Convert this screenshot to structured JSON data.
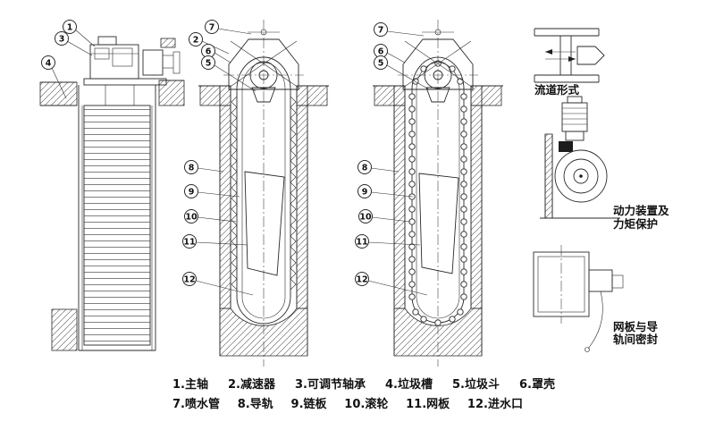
{
  "legend": {
    "row1": [
      "1.主轴",
      "2.减速器",
      "3.可调节轴承",
      "4.垃圾槽",
      "5.垃圾斗",
      "6.罩壳"
    ],
    "row2": [
      "7.喷水管",
      "8.导轨",
      "9.链板",
      "10.滚轮",
      "11.网板",
      "12.进水口"
    ]
  },
  "side_labels": {
    "flow_channel": "流道形式",
    "power_line1": "动力装置及",
    "power_line2": "力矩保护",
    "seal_line1": "网板与导",
    "seal_line2": "轨间密封"
  },
  "callouts": {
    "left_view": [
      {
        "label": "1"
      },
      {
        "label": "3"
      },
      {
        "label": "4"
      }
    ],
    "view1": [
      {
        "label": "2"
      },
      {
        "label": "7"
      },
      {
        "label": "6"
      },
      {
        "label": "5"
      },
      {
        "label": "8"
      },
      {
        "label": "9"
      },
      {
        "label": "10"
      },
      {
        "label": "11"
      },
      {
        "label": "12"
      }
    ],
    "view2": [
      {
        "label": "7"
      },
      {
        "label": "6"
      },
      {
        "label": "5"
      },
      {
        "label": "8"
      },
      {
        "label": "9"
      },
      {
        "label": "10"
      },
      {
        "label": "11"
      },
      {
        "label": "12"
      }
    ]
  }
}
